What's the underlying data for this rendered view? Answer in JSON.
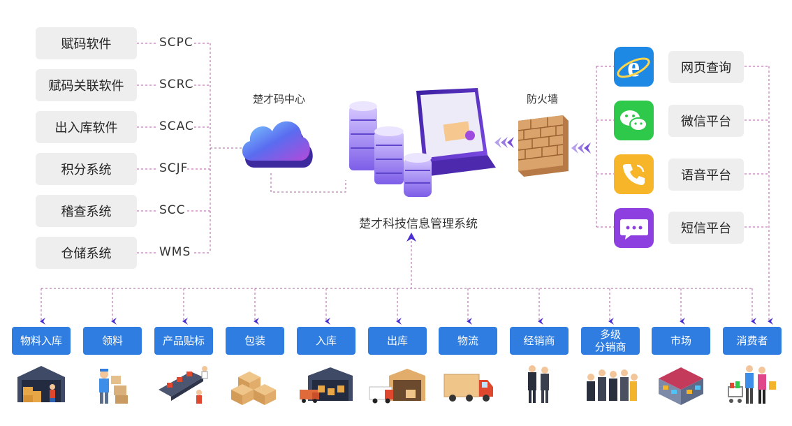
{
  "left_boxes": [
    "赋码软件",
    "赋码关联软件",
    "出入库软件",
    "积分系统",
    "稽查系统",
    "仓储系统"
  ],
  "codes": [
    "SCPC",
    "SCRC",
    "SCAC",
    "SCJF",
    "SCC",
    "WMS"
  ],
  "center": {
    "cloud_label": "楚才码中心",
    "system_label": "楚才科技信息管理系统",
    "firewall_label": "防火墙"
  },
  "right_items": [
    {
      "label": "网页查询",
      "icon": "ie-browser-icon",
      "color": "#1e88e5"
    },
    {
      "label": "微信平台",
      "icon": "wechat-icon",
      "color": "#2ec94a"
    },
    {
      "label": "语音平台",
      "icon": "phone-icon",
      "color": "#f7b52a"
    },
    {
      "label": "短信平台",
      "icon": "sms-icon",
      "color": "#8e3fe0"
    }
  ],
  "bottom_items": [
    {
      "label": "物料入库",
      "icon": "warehouse-worker-icon"
    },
    {
      "label": "领料",
      "icon": "courier-boxes-icon"
    },
    {
      "label": "产品贴标",
      "icon": "conveyor-labeling-icon"
    },
    {
      "label": "包装",
      "icon": "cardboard-boxes-icon"
    },
    {
      "label": "入库",
      "icon": "warehouse-truck-icon"
    },
    {
      "label": "出库",
      "icon": "warehouse-forklift-icon"
    },
    {
      "label": "物流",
      "icon": "delivery-truck-icon"
    },
    {
      "label": "经销商",
      "icon": "businessmen-icon"
    },
    {
      "label": "多级\n分销商",
      "icon": "business-team-icon"
    },
    {
      "label": "市场",
      "icon": "shopping-mall-icon"
    },
    {
      "label": "消费者",
      "icon": "shoppers-icon"
    }
  ],
  "colors": {
    "accent": "#2f7de1",
    "connector": "#b05fa5",
    "arrow": "#5a2fd6"
  }
}
